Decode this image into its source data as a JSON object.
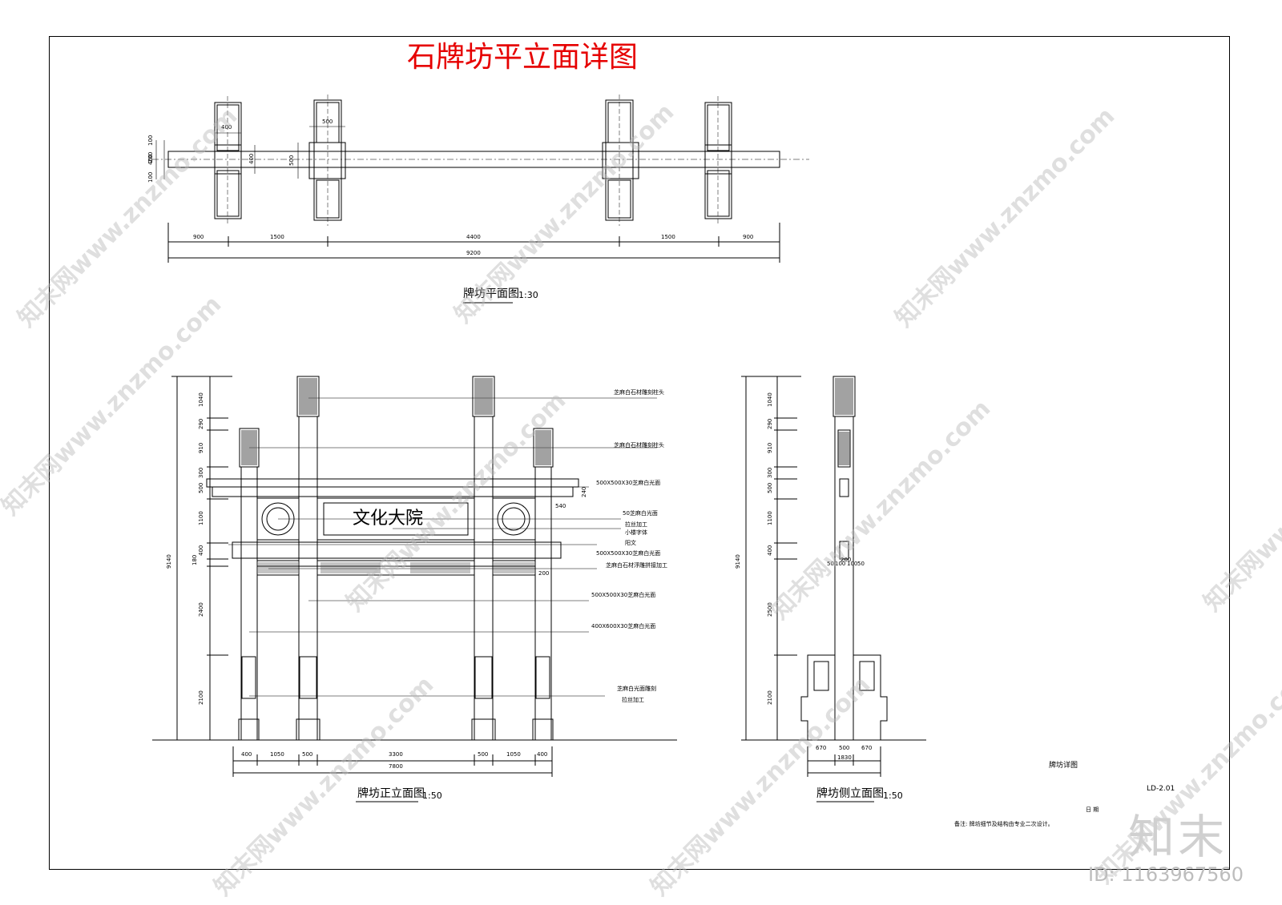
{
  "title": "石牌坊平立面详图",
  "plan": {
    "caption": "牌坊平面图",
    "scale": "1:30",
    "dims_bottom": [
      "900",
      "1500",
      "4400",
      "1500",
      "900"
    ],
    "total": "9200",
    "top_labels": [
      "400",
      "500"
    ],
    "left_dims": [
      "400",
      "100",
      "200",
      "100"
    ],
    "inner_dims": [
      "400",
      "500"
    ]
  },
  "front": {
    "caption": "牌坊正立面图",
    "scale": "1:50",
    "sign_text": "文化大院",
    "left_dims": [
      "1040",
      "290",
      "910",
      "300",
      "500",
      "1100",
      "400",
      "180",
      "2400",
      "2100"
    ],
    "total_height": "9140",
    "bottom_dims": [
      "400",
      "1050",
      "500",
      "3300",
      "500",
      "1050",
      "400"
    ],
    "total_width": "7800",
    "inner_dims": [
      "540",
      "200",
      "240"
    ],
    "annotations": [
      "芝麻白石材雕刻柱头",
      "芝麻白石材雕刻柱头",
      "500X500X30芝麻白光面",
      "50芝麻白光面",
      "拉丝加工",
      "小楼字体",
      "阳文",
      "500X500X30芝麻白光面",
      "芝麻白石材浮雕拼接加工",
      "500X500X30芝麻白光面",
      "400X600X30芝麻白光面",
      "芝麻白光面雕刻",
      "拉丝加工"
    ]
  },
  "side": {
    "caption": "牌坊侧立面图",
    "scale": "1:50",
    "left_dims": [
      "1040",
      "290",
      "910",
      "300",
      "500",
      "1100",
      "400",
      "2500",
      "2100"
    ],
    "total_height": "9140",
    "mid_dims": [
      "50",
      "100",
      "200",
      "100",
      "50"
    ],
    "bottom_dims": [
      "670",
      "500",
      "670"
    ],
    "total_width": "1830"
  },
  "titleblock": {
    "sheet_name": "牌坊详图",
    "sheet_no": "LD-2.01",
    "date_label": "日 期",
    "note": "备注: 牌坊细节及结构由专业二次设计。"
  },
  "watermark": {
    "text": "知末网www.znzmo.com",
    "logo": "知末",
    "id": "ID: 1163967560"
  }
}
